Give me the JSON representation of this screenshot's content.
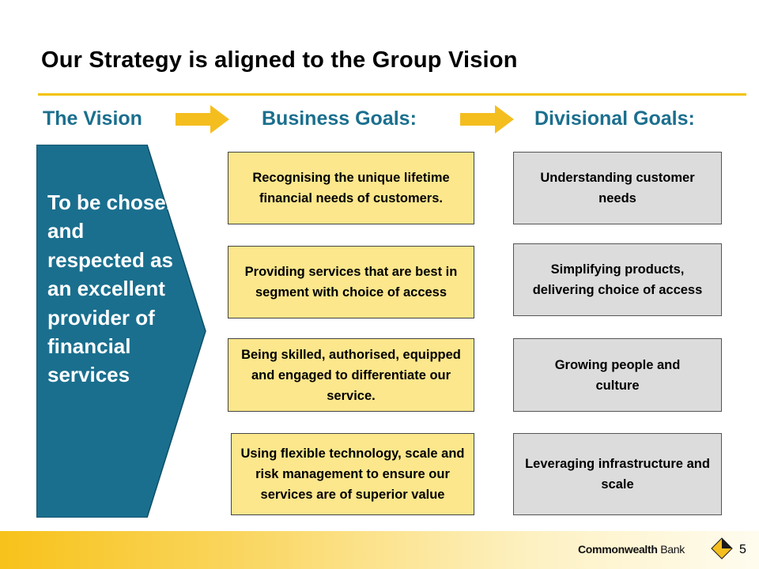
{
  "slide": {
    "title": "Our Strategy is aligned to the Group Vision",
    "page_number": "5"
  },
  "columns": {
    "vision": "The Vision",
    "business": "Business Goals:",
    "divisional": "Divisional Goals:"
  },
  "vision": {
    "text": "To be chosen and respected as an excellent provider of financial services"
  },
  "business_goals": [
    "Recognising the unique lifetime financial needs of customers.",
    "Providing services that are best in segment with choice of access",
    "Being skilled, authorised, equipped and engaged to differentiate our service.",
    "Using flexible technology, scale and risk management to ensure our services are of superior value"
  ],
  "divisional_goals": [
    "Understanding customer needs",
    "Simplifying products, delivering choice of access",
    "Growing people and culture",
    "Leveraging infrastructure and scale"
  ],
  "footer": {
    "brand_bold": "Commonwealth",
    "brand_light": " Bank"
  },
  "colors": {
    "accent_yellow": "#F2C200",
    "heading_blue": "#1B6F8E",
    "vision_fill": "#1A6F8E",
    "business_fill": "#FCE78C",
    "divisional_fill": "#DCDCDC"
  }
}
